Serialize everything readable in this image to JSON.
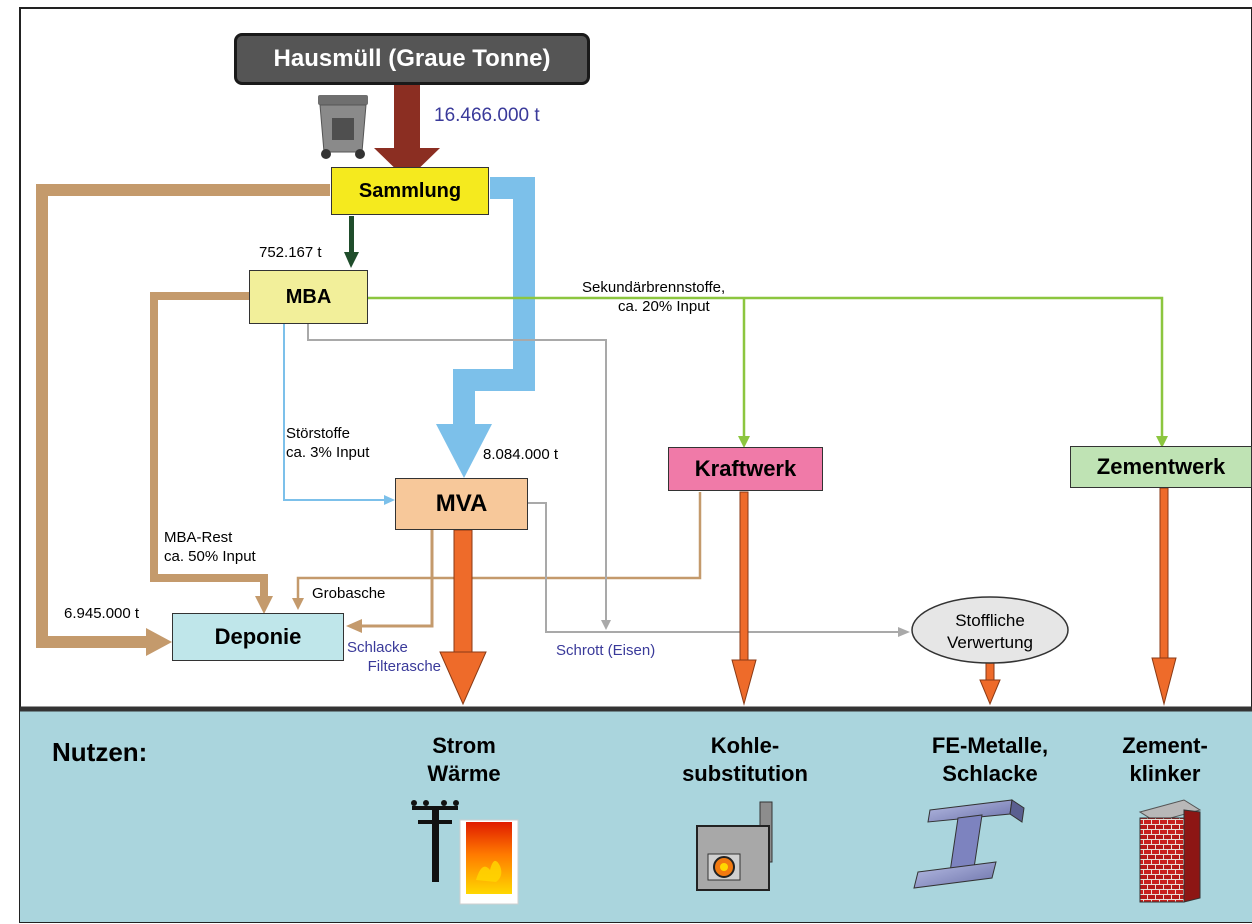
{
  "nodes": {
    "source": "Hausmüll (Graue Tonne)",
    "collection": "Sammlung",
    "mba": "MBA",
    "mva": "MVA",
    "power_plant": "Kraftwerk",
    "cement_plant": "Zementwerk",
    "landfill": "Deponie",
    "recycling": [
      "Stoffliche",
      "Verwertung"
    ]
  },
  "flow_labels": {
    "total": "16.466.000 t",
    "to_mba": "752.167 t",
    "to_mva": "8.084.000 t",
    "to_landfill": "6.945.000 t",
    "secondary_fuel": [
      "Sekundärbrennstoffe,",
      "ca. 20% Input"
    ],
    "impurities": [
      "Störstoffe",
      "ca. 3% Input"
    ],
    "mba_rest": [
      "MBA-Rest",
      "ca. 50% Input"
    ],
    "bottom_ash": "Grobasche",
    "slag": [
      "Schlacke",
      "Filterasche"
    ],
    "scrap": "Schrott (Eisen)"
  },
  "benefits": {
    "heading": "Nutzen:",
    "items": [
      {
        "lines": [
          "Strom",
          "Wärme"
        ],
        "icon": "power-pylon-fire-icon"
      },
      {
        "lines": [
          "Kohle-",
          "substitution"
        ],
        "icon": "furnace-icon"
      },
      {
        "lines": [
          "FE-Metalle,",
          "Schlacke"
        ],
        "icon": "steel-beam-icon"
      },
      {
        "lines": [
          "Zement-",
          "klinker"
        ],
        "icon": "brick-wall-icon"
      }
    ]
  },
  "colors": {
    "source_box": "#555555",
    "collection_box": "#f5ea1e",
    "mba_box": "#f2ef9a",
    "mva_box": "#f7c89a",
    "power_plant_box": "#f07aa8",
    "cement_plant_box": "#bfe3b4",
    "landfill_box": "#bfe6ea",
    "benefit_band": "#aad5dd",
    "brown_flow": "#c49a6c",
    "blue_flow": "#7cc0ea",
    "green_flow": "#8cc63f",
    "gray_flow": "#a9a9a9",
    "orange_flow": "#ee6b2a",
    "dark_red_flow": "#8b2e22",
    "dark_green_flow": "#1f4d2b"
  }
}
